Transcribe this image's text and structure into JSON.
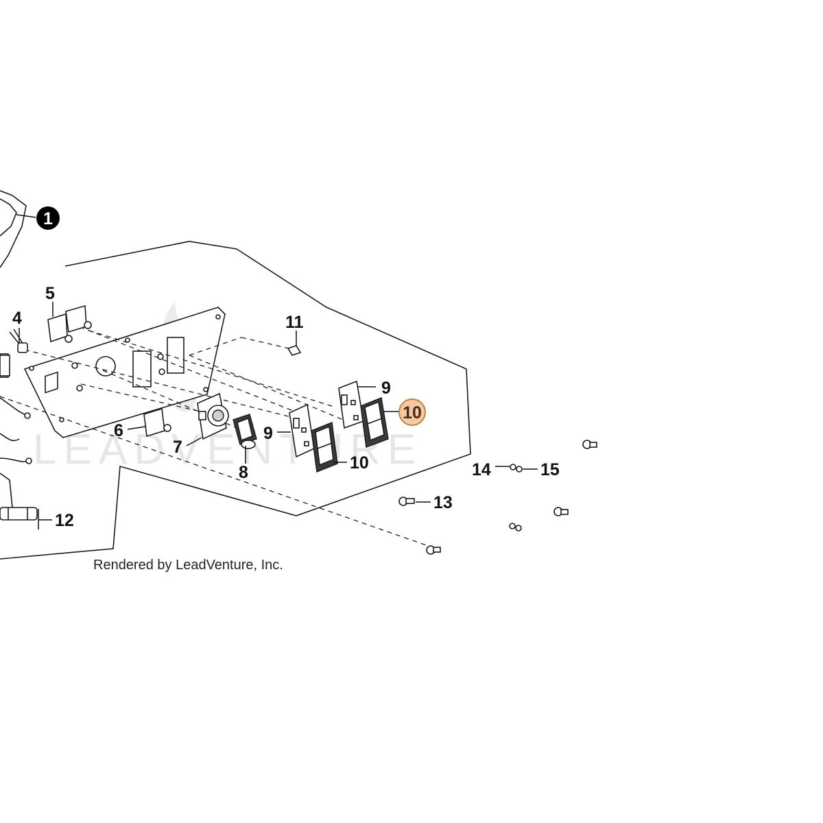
{
  "watermark": {
    "text": "LEADVENTURE"
  },
  "footer": {
    "credit": "Rendered by LeadVenture, Inc."
  },
  "colors": {
    "highlight_fill": "#f3c9a6",
    "highlight_stroke": "#c87e3f",
    "badge_fill": "#000000",
    "badge_text": "#ffffff"
  },
  "callouts": {
    "c1": "1",
    "c4": "4",
    "c5": "5",
    "c6": "6",
    "c7": "7",
    "c8": "8",
    "c9a": "9",
    "c9b": "9",
    "c10a": "10",
    "c10b": "10",
    "c11": "11",
    "c12": "12",
    "c13": "13",
    "c14": "14",
    "c15": "15"
  }
}
